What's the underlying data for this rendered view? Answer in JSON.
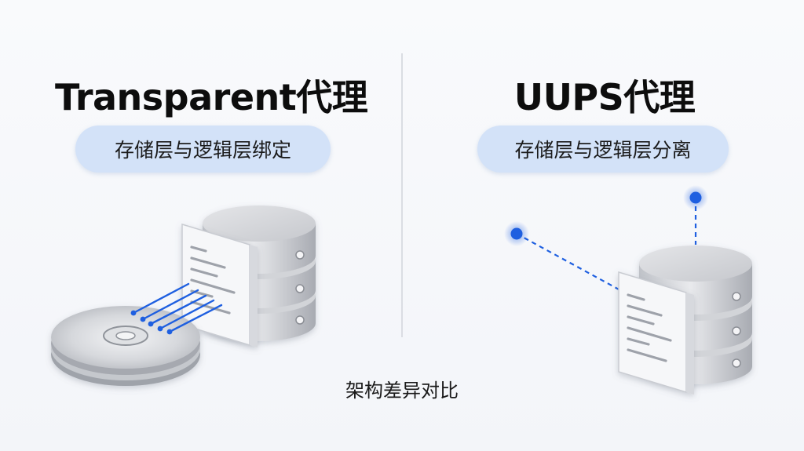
{
  "left_panel": {
    "title": "Transparent代理",
    "subtitle": "存储层与逻辑层绑定"
  },
  "right_panel": {
    "title": "UUPS代理",
    "subtitle": "存储层与逻辑层分离"
  },
  "caption": "架构差异对比",
  "colors": {
    "accent_blue": "#1e5fe0",
    "pill_background": "#d3e2f8",
    "divider": "#dadde3"
  },
  "icons": [
    "database-icon",
    "document-icon",
    "disk-icon",
    "node-dot-icon"
  ]
}
